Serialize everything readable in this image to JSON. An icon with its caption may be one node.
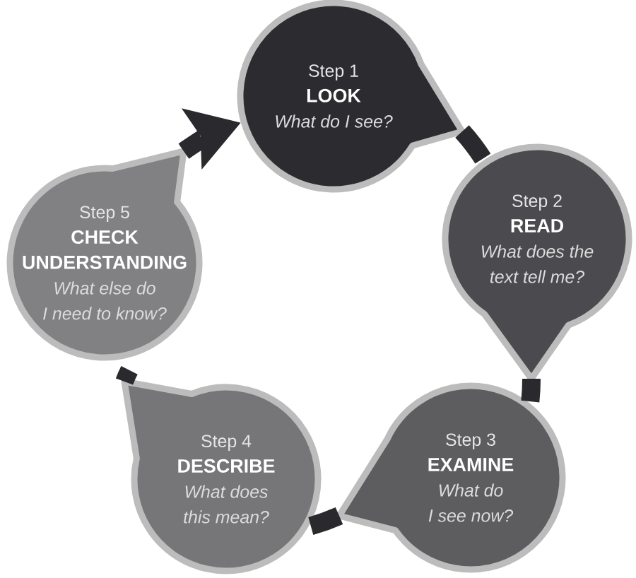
{
  "diagram": {
    "nodes": [
      {
        "text": [
          "Step 1",
          "LOOK",
          "What do I see?"
        ]
      },
      {
        "text": [
          "Step 2",
          "READ",
          "What does the text tell me?"
        ]
      },
      {
        "text": [
          "Step 3",
          "EXAMINE",
          "What do I see now?"
        ]
      },
      {
        "text": [
          "Step 4",
          "DESCRIBE",
          "What does this mean?"
        ]
      },
      {
        "text": [
          "Step 5",
          "CHECK UNDERSTANDING",
          "What else do I need to know?"
        ]
      }
    ],
    "edges": [
      {
        "from": 0,
        "to": 1,
        "arrow": "none"
      },
      {
        "from": 1,
        "to": 2,
        "arrow": "none"
      },
      {
        "from": 2,
        "to": 3,
        "arrow": "none"
      },
      {
        "from": 3,
        "to": 4,
        "arrow": "none"
      },
      {
        "from": 4,
        "to": 0,
        "arrow": "to"
      }
    ]
  }
}
